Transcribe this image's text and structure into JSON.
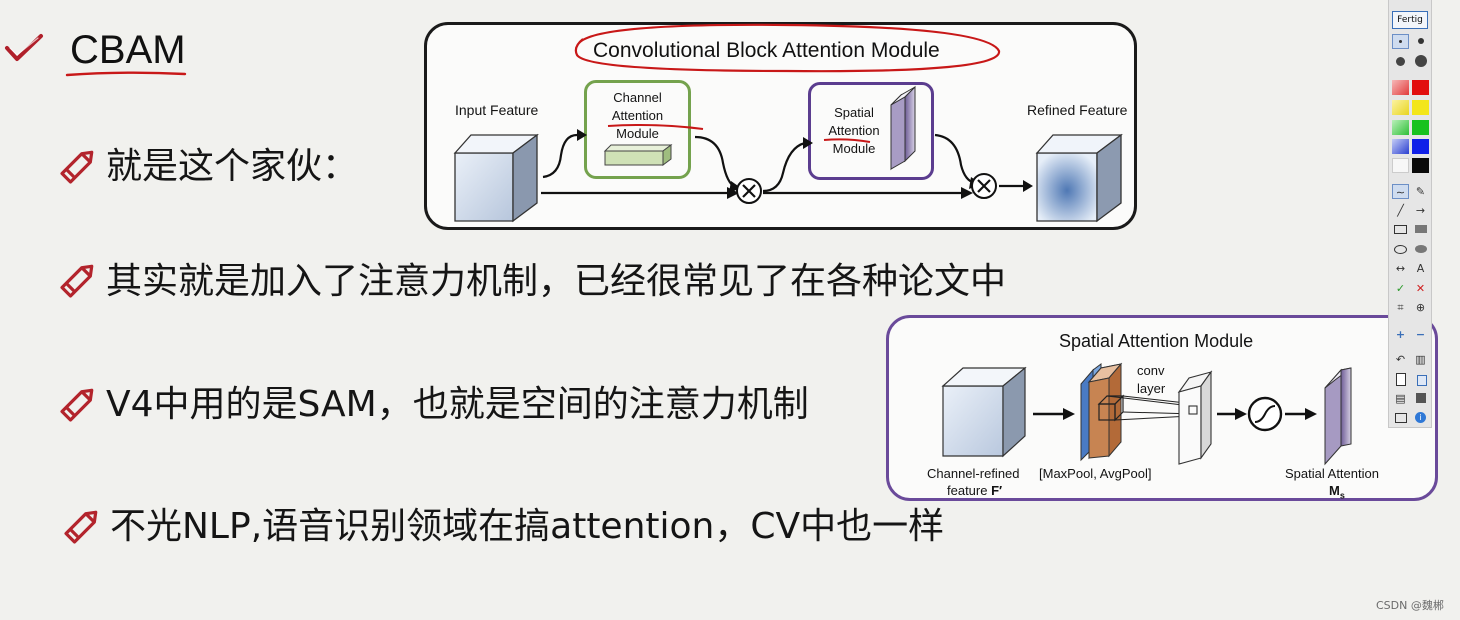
{
  "slide": {
    "title": "CBAM",
    "bullets": [
      "就是这个家伙：",
      "其实就是加入了注意力机制，已经很常见了在各种论文中",
      "V4中用的是SAM，也就是空间的注意力机制",
      "不光NLP,语音识别领域在搞attention，CV中也一样"
    ]
  },
  "cbam_diagram": {
    "title": "Convolutional Block Attention Module",
    "input_label": "Input Feature",
    "channel_module_label": [
      "Channel",
      "Attention",
      "Module"
    ],
    "spatial_module_label": [
      "Spatial",
      "Attention",
      "Module"
    ],
    "output_label": "Refined Feature",
    "operator_symbol": "×",
    "colors": {
      "channel_box": "#74a24d",
      "spatial_box": "#5b3d8f",
      "annotation": "#c81818"
    }
  },
  "sam_diagram": {
    "title": "Spatial Attention Module",
    "input_label_line1": "Channel-refined",
    "input_label_line2": "feature",
    "input_symbol": "F′",
    "pool_label": "[MaxPool, AvgPool]",
    "conv_label_line1": "conv",
    "conv_label_line2": "layer",
    "output_label": "Spatial Attention",
    "output_symbol": "M",
    "output_subscript": "s"
  },
  "toolbar": {
    "done_label": "Fertig",
    "icons": [
      "pen-size-small-icon",
      "pen-size-medium-icon",
      "pen-size-large-icon",
      "pen-size-xlarge-icon",
      "color-red-light-icon",
      "color-red-icon",
      "color-yellow-light-icon",
      "color-yellow-icon",
      "color-green-light-icon",
      "color-green-icon",
      "color-blue-light-icon",
      "color-blue-icon",
      "color-white-icon",
      "color-black-icon",
      "freehand-icon",
      "eraser-icon",
      "line-icon",
      "arrow-icon",
      "rectangle-icon",
      "filled-rectangle-icon",
      "ellipse-icon",
      "filled-ellipse-icon",
      "double-arrow-icon",
      "text-icon",
      "check-icon",
      "cross-icon",
      "crop-icon",
      "zoom-icon",
      "zoom-in-icon",
      "zoom-out-icon",
      "undo-icon",
      "trash-icon",
      "new-page-icon",
      "copy-icon",
      "print-icon",
      "save-icon",
      "screen-icon",
      "info-icon"
    ],
    "text_tool_glyph": "A"
  },
  "watermark": "CSDN @魏郴"
}
